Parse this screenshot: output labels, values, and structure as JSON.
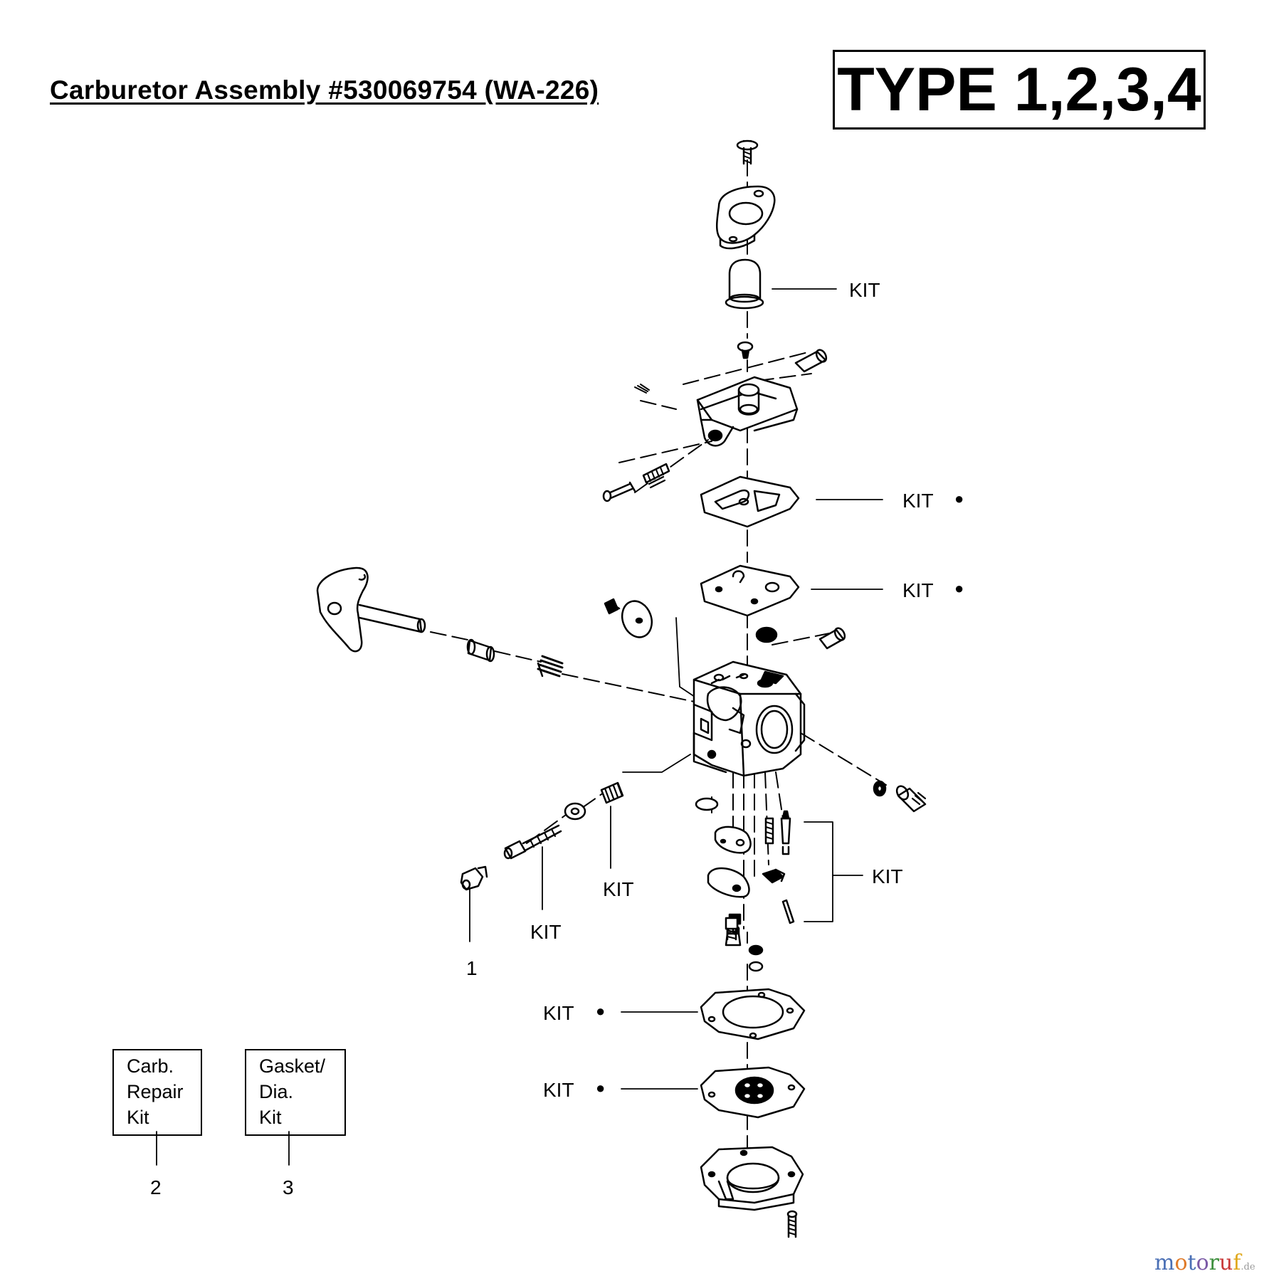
{
  "title": "Carburetor Assembly  #530069754  (WA-226)",
  "type_box": "TYPE 1,2,3,4",
  "kit_label": "KIT",
  "callouts": {
    "carb_repair_kit": [
      "Carb.",
      "Repair",
      "Kit"
    ],
    "gasket_dia_kit": [
      "Gasket/",
      "Dia.",
      "Kit"
    ]
  },
  "part_numbers": [
    "1",
    "2",
    "3"
  ],
  "bullet": "●",
  "watermark": {
    "letters": [
      "m",
      "o",
      "t",
      "o",
      "r",
      "u",
      "f"
    ],
    "letter_colors": [
      "#4a6fb5",
      "#e07b2a",
      "#4a6fb5",
      "#7b5aa6",
      "#3d8f3d",
      "#c93a3a",
      "#e0a81c"
    ],
    "suffix": ".de"
  }
}
